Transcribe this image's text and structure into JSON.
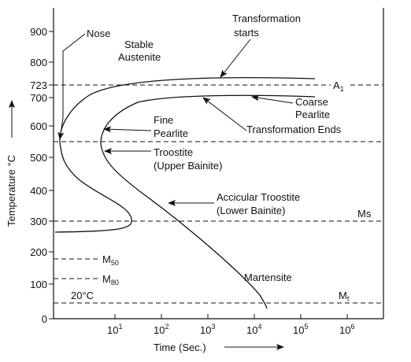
{
  "axes": {
    "ylabel": "Temperature °C",
    "xlabel": "Time (Sec.)",
    "y_ticks": [
      {
        "label": "900",
        "value": 900
      },
      {
        "label": "800",
        "value": 800
      },
      {
        "label": "723",
        "value": 723
      },
      {
        "label": "700",
        "value": 700
      },
      {
        "label": "600",
        "value": 600
      },
      {
        "label": "500",
        "value": 500
      },
      {
        "label": "400",
        "value": 400
      },
      {
        "label": "300",
        "value": 300
      },
      {
        "label": "200",
        "value": 200
      },
      {
        "label": "100",
        "value": 100
      },
      {
        "label": "0",
        "value": 0
      }
    ],
    "x_ticks": [
      {
        "base": "10",
        "exp": "1",
        "value": 10
      },
      {
        "base": "10",
        "exp": "2",
        "value": 100
      },
      {
        "base": "10",
        "exp": "3",
        "value": 1000
      },
      {
        "base": "10",
        "exp": "4",
        "value": 10000
      },
      {
        "base": "10",
        "exp": "5",
        "value": 100000
      },
      {
        "base": "10",
        "exp": "6",
        "value": 1000000
      }
    ]
  },
  "levels": {
    "a1": {
      "base": "A",
      "sub": "1",
      "value": 723
    },
    "nose_line": {
      "value": 550
    },
    "ms": {
      "label": "Ms",
      "value": 300
    },
    "m50": {
      "base": "M",
      "sub": "50",
      "value": 180
    },
    "m80": {
      "base": "M",
      "sub": "80",
      "value": 120
    },
    "mf": {
      "base": "M",
      "sub": "f",
      "value": 45
    },
    "room": {
      "label": "20°C",
      "value": 20
    }
  },
  "labels": {
    "nose": "Nose",
    "stable_austenite_1": "Stable",
    "stable_austenite_2": "Austenite",
    "transformation_starts_1": "Transformation",
    "transformation_starts_2": "starts",
    "coarse_pearlite_1": "Coarse",
    "coarse_pearlite_2": "Pearlite",
    "fine_pearlite_1": "Fine",
    "fine_pearlite_2": "Pearlite",
    "transformation_ends": "Transformation Ends",
    "troostite_1": "Troostite",
    "troostite_2": "(Upper Bainite)",
    "accicular_1": "Accicular Troostite",
    "accicular_2": "(Lower Bainite)",
    "martensite": "Martensite"
  }
}
